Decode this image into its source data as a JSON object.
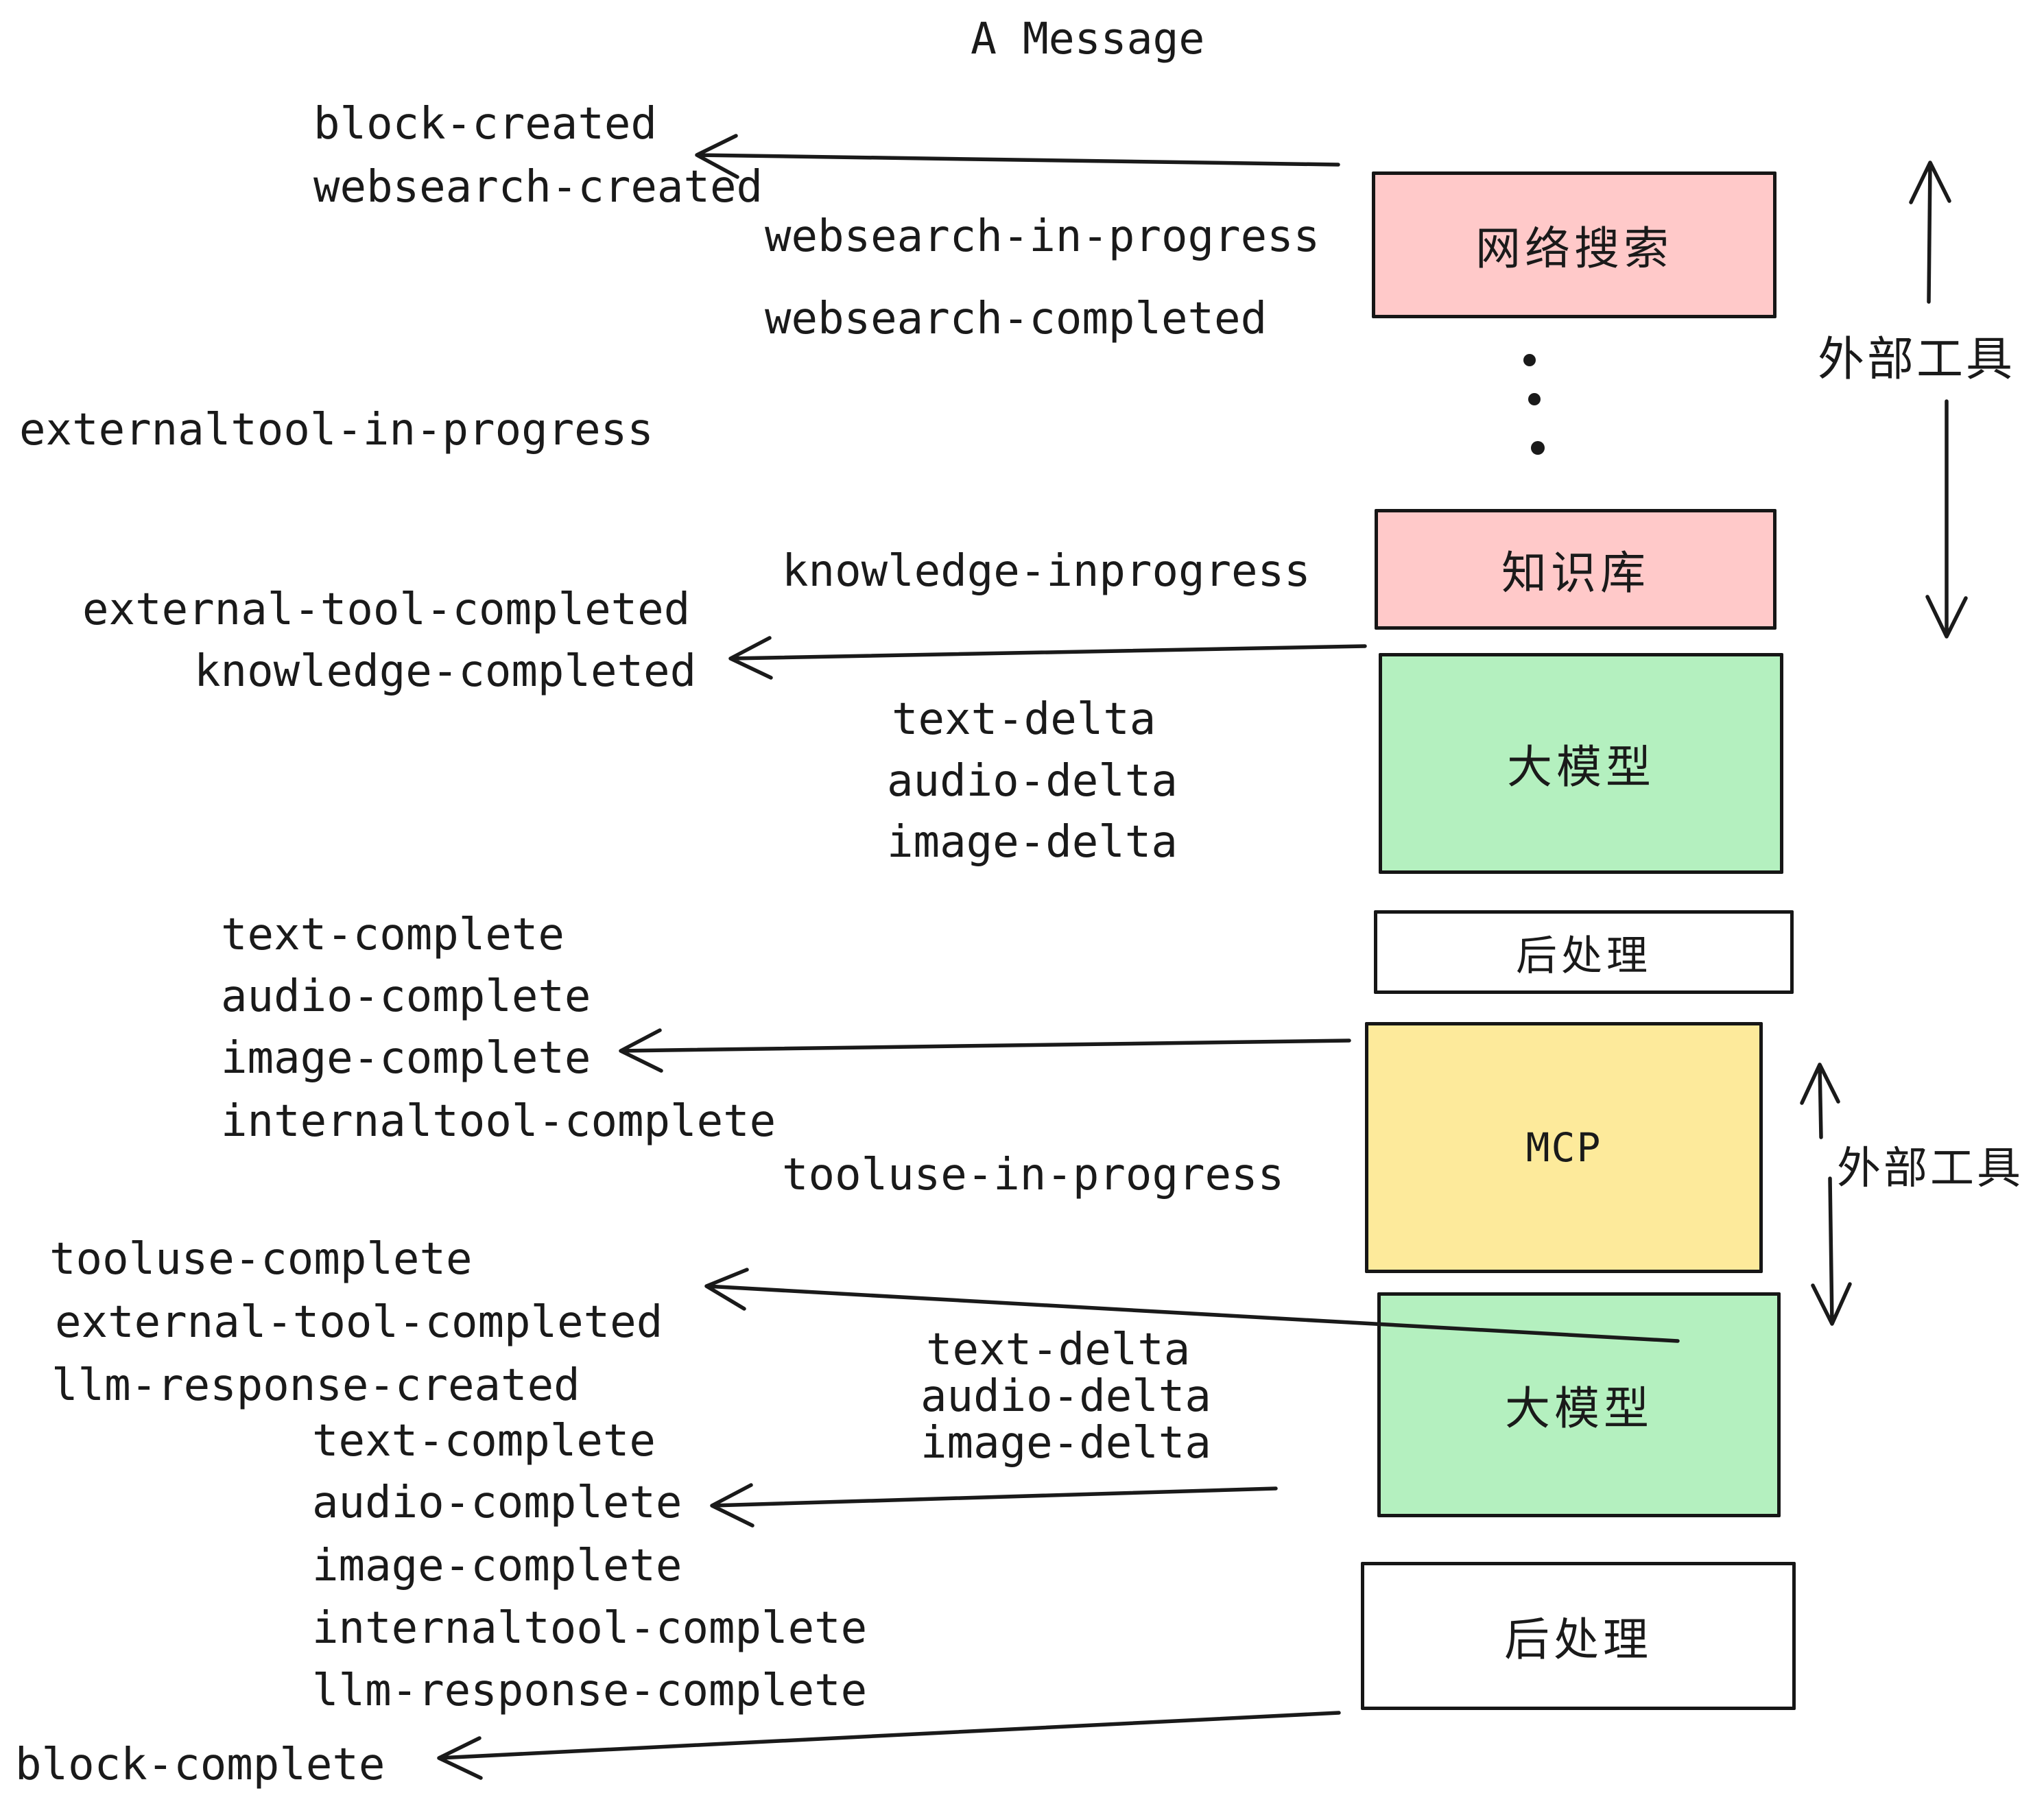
{
  "title": "A Message",
  "events": {
    "block_created": "block-created",
    "websearch_created": "websearch-created",
    "websearch_in_progress": "websearch-in-progress",
    "websearch_completed": "websearch-completed",
    "externaltool_in_progress": "externaltool-in-progress",
    "knowledge_inprogress": "knowledge-inprogress",
    "external_tool_completed": "external-tool-completed",
    "knowledge_completed": "knowledge-completed",
    "text_delta": "text-delta",
    "audio_delta": "audio-delta",
    "image_delta": "image-delta",
    "text_complete": "text-complete",
    "audio_complete": "audio-complete",
    "image_complete": "image-complete",
    "internaltool_complete": "internaltool-complete",
    "tooluse_in_progress": "tooluse-in-progress",
    "tooluse_complete": "tooluse-complete",
    "llm_response_created": "llm-response-created",
    "llm_response_complete": "llm-response-complete",
    "block_complete": "block-complete"
  },
  "boxes": [
    {
      "id": "websearch",
      "label": "网络搜索",
      "color": "#ffc9c9"
    },
    {
      "id": "knowledge",
      "label": "知识库",
      "color": "#ffc9c9"
    },
    {
      "id": "llm-1",
      "label": "大模型",
      "color": "#b4f0bf"
    },
    {
      "id": "postprocess-1",
      "label": "后处理",
      "color": "#ffffff"
    },
    {
      "id": "mcp",
      "label": "MCP",
      "color": "#fdea9b"
    },
    {
      "id": "llm-2",
      "label": "大模型",
      "color": "#b4f0bf"
    },
    {
      "id": "postprocess-2",
      "label": "后处理",
      "color": "#ffffff"
    }
  ],
  "side_labels": {
    "external_tools": "外部工具"
  },
  "colors": {
    "ink": "#1a1a1a",
    "box_pink": "#ffc9c9",
    "box_green": "#b4f0bf",
    "box_yellow": "#fdea9b",
    "box_white": "#ffffff"
  }
}
